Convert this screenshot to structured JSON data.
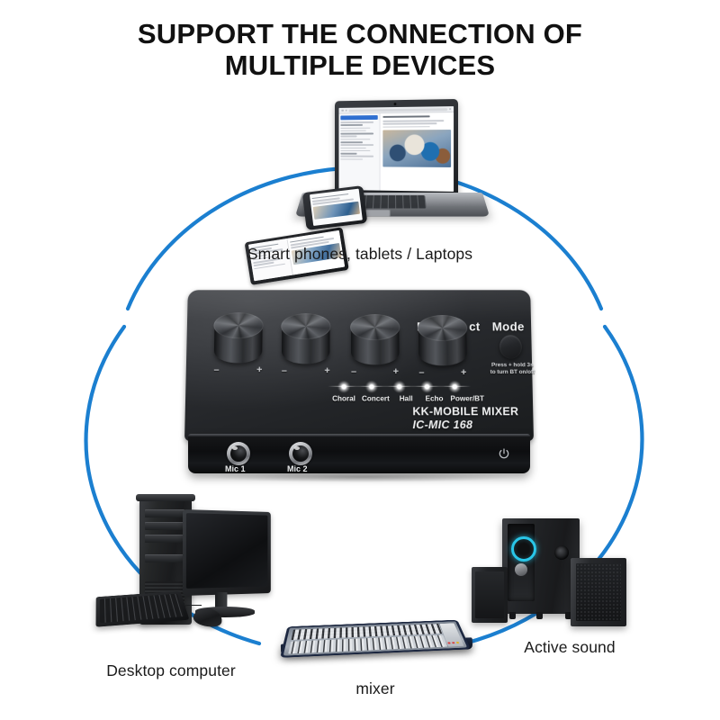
{
  "heading": {
    "line1": "SUPPORT THE CONNECTION OF",
    "line2": "MULTIPLE DEVICES"
  },
  "accent_colors": {
    "arc_blue": "#1b7fd0",
    "led_white": "#ffffff",
    "speaker_cyan": "#29c6e8",
    "text_black": "#1a1a1a"
  },
  "captions": {
    "top_devices": "Smart phones, tablets / Laptops",
    "desktop": "Desktop computer",
    "console": "mixer",
    "speakers": "Active sound"
  },
  "device": {
    "brand_line1": "KK-MOBILE MIXER",
    "brand_line2": "IC-MIC 168",
    "header_left": "Re",
    "header_left_tail": "ct",
    "header_mode": "Mode",
    "mode_hint_line1": "Press + hold 3s",
    "mode_hint_line2": "to turn BT on/off",
    "knob_minus": "–",
    "knob_plus": "+",
    "knobs": [
      {
        "minus": "–",
        "plus": "+"
      },
      {
        "minus": "–",
        "plus": "+"
      },
      {
        "minus": "–",
        "plus": "+"
      },
      {
        "minus": "–",
        "plus": "+"
      }
    ],
    "led_labels": [
      "Choral",
      "Concert",
      "Hall",
      "Echo",
      "Power/BT"
    ],
    "jacks": [
      "Mic 1",
      "Mic 2"
    ],
    "power_icon": "power-icon"
  },
  "icons": {
    "power": "power-icon",
    "laptop": "laptop-icon",
    "tablet": "tablet-icon",
    "phone": "smartphone-icon",
    "desktop": "desktop-computer-icon",
    "console": "mixing-console-icon",
    "speakers": "speaker-system-icon",
    "connection_arc": "connection-arc-icon"
  }
}
